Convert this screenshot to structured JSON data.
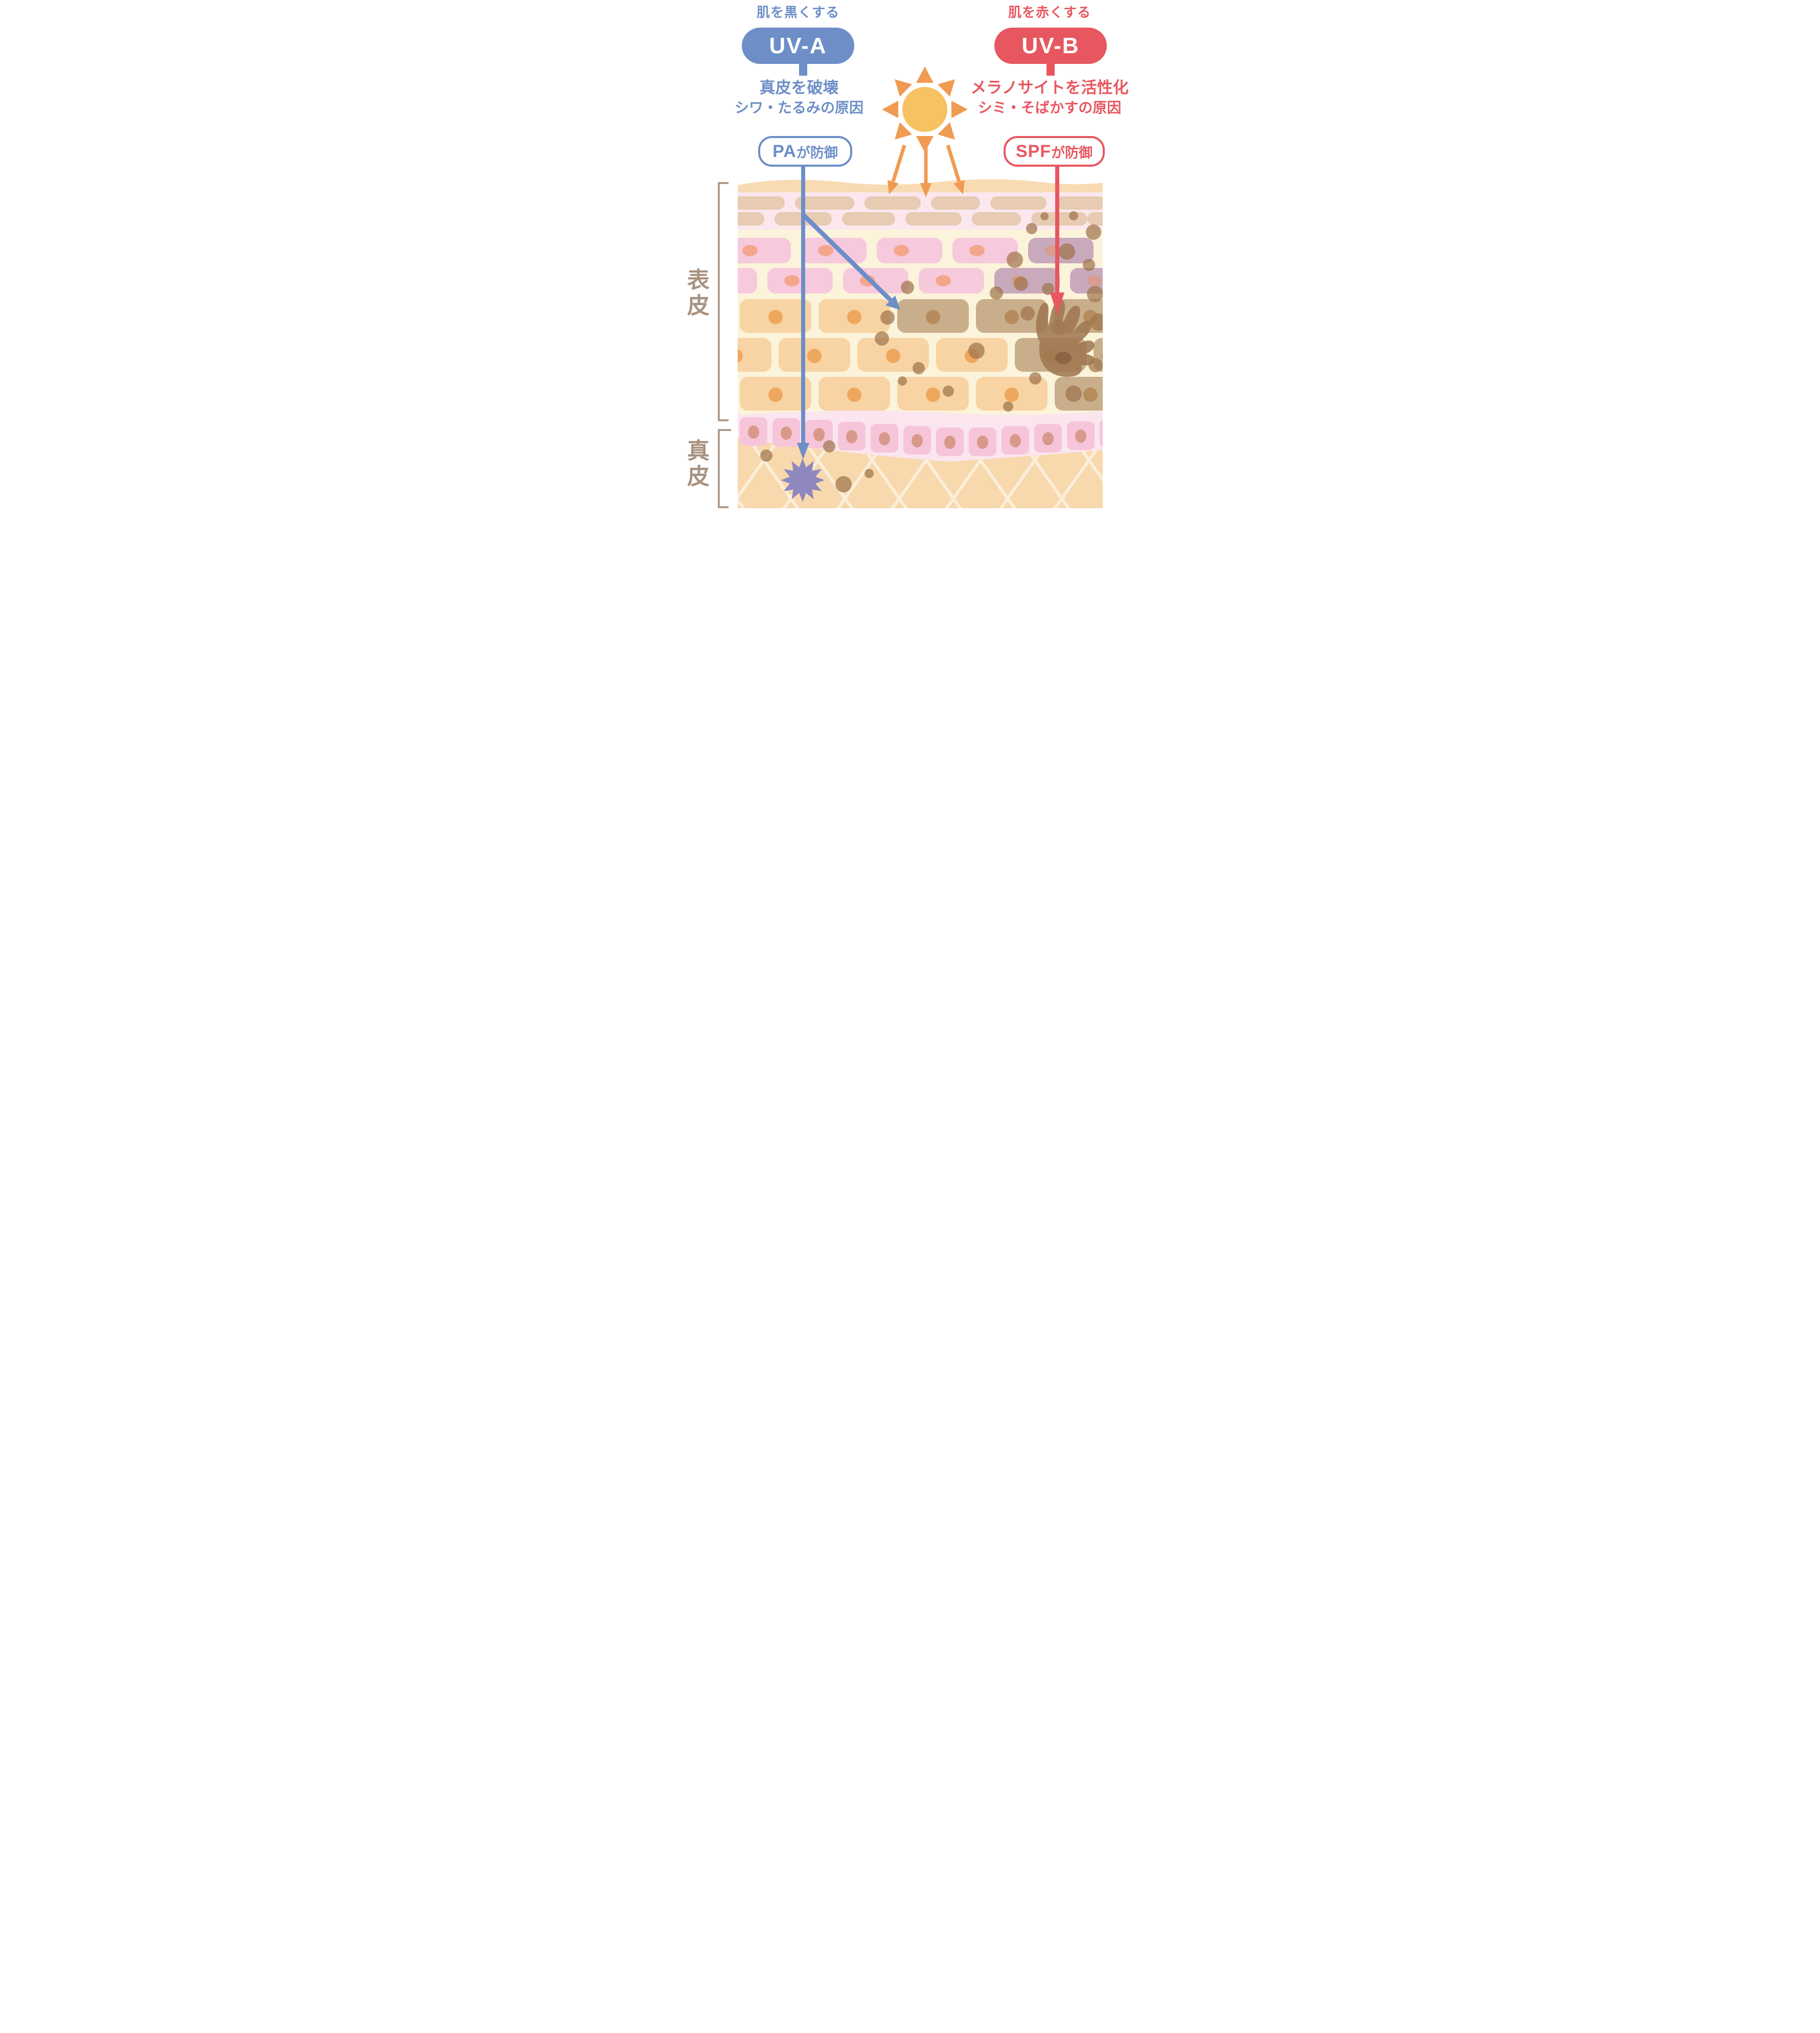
{
  "uva": {
    "tagline": "肌を黒くする",
    "pill_label": "UV-A",
    "effects": [
      "真皮を破壊",
      "シワ・たるみの原因"
    ],
    "defense_abbr": "PA",
    "defense_suffix": "が防御",
    "color": "#6D8EC7"
  },
  "uvb": {
    "tagline": "肌を赤くする",
    "pill_label": "UV-B",
    "effects": [
      "メラノサイトを活性化",
      "シミ・そばかすの原因"
    ],
    "defense_abbr": "SPF",
    "defense_suffix": "が防御",
    "color": "#E8575F"
  },
  "layers": {
    "epidermis_label": "表皮",
    "dermis_label": "真皮"
  },
  "palette": {
    "sun_core": "#F6C262",
    "sun_rays": "#F09B52",
    "sunlight_arrows": "#F09B52",
    "skin_surface": "#F8DBB2",
    "corneum_band": "#FBE7ED",
    "corneum_flakes": "#E3C5A7",
    "background_cream": "#FBF3DA",
    "pink_cell": "#F7C9DC",
    "pink_cell_nucleus": "#F3A68C",
    "mauve_tinted_cell": "#C9A9BC",
    "mauve_nucleus": "#D79E90",
    "beige_cell": "#F8D3A3",
    "beige_nucleus": "#EFA75E",
    "melanin_cell": "#C9AE8C",
    "melanin_cell_nucleus": "#B68C5C",
    "melanin_dot": "#A0754C",
    "melanocyte": "#9F7851",
    "basal_band": "#FBE5EE",
    "basal_cell": "#F6C5D9",
    "basal_nucleus": "#D8998A",
    "dermis": "#F8D8AD",
    "dermis_lattice": "#FAEFD8",
    "damage_burst": "#8E88BF",
    "bracket": "#A8917F"
  }
}
